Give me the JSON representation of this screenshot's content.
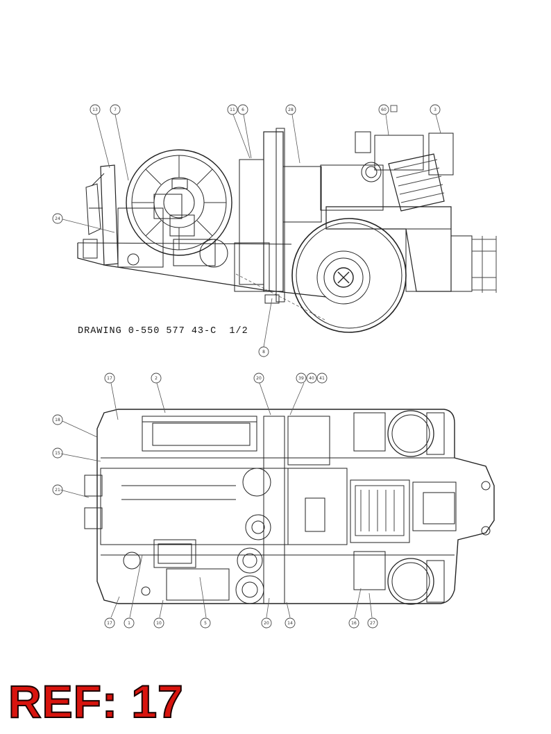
{
  "drawing": {
    "label": "DRAWING 0-550 577 43-C  1/2"
  },
  "side_view": {
    "callouts": [
      "13",
      "7",
      "11",
      "6",
      "28",
      "60",
      "3",
      "24",
      "8"
    ]
  },
  "plan_view": {
    "callouts": [
      "17",
      "2",
      "20",
      "39",
      "40",
      "41",
      "18",
      "15",
      "21",
      "17",
      "1",
      "10",
      "5",
      "20",
      "14",
      "16",
      "27"
    ]
  },
  "stamp": {
    "text": "REF: 17",
    "color": "#d8140e"
  }
}
